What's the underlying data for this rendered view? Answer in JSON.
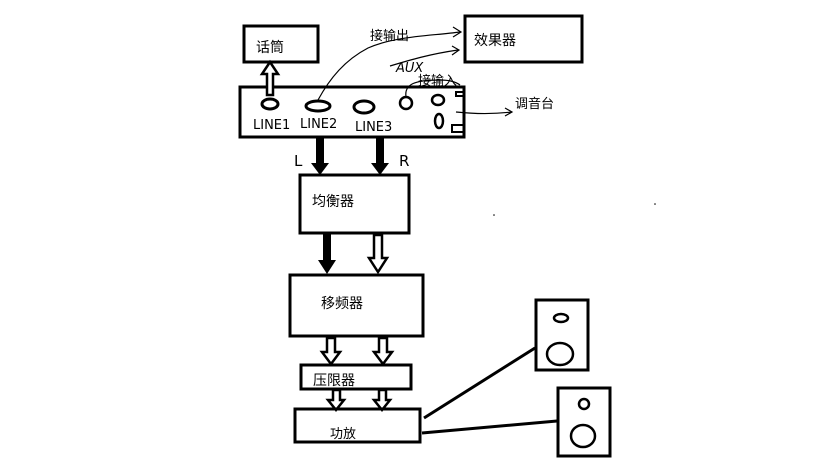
{
  "mic": {
    "label": "话筒"
  },
  "effects": {
    "label": "效果器"
  },
  "mixer": {
    "label": "调音台",
    "line1": "LINE1",
    "line2": "LINE2",
    "line3": "LINE3",
    "connect_output": "接输出",
    "connect_input": "接输入",
    "aux": "AUX"
  },
  "channels": {
    "left": "L",
    "right": "R"
  },
  "equalizer": {
    "label": "均衡器"
  },
  "frequency_shifter": {
    "label": "移频器"
  },
  "limiter": {
    "label": "压限器"
  },
  "amplifier": {
    "label": "功放"
  }
}
